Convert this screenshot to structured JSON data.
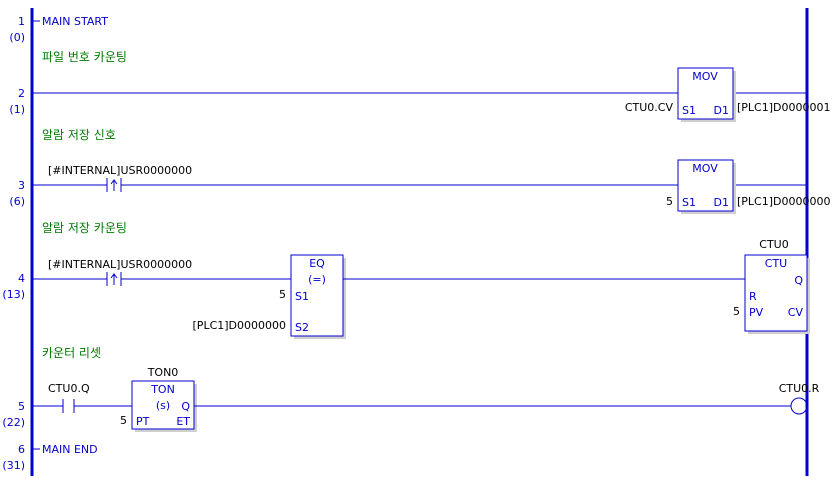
{
  "rungs": [
    {
      "number": "1",
      "step": "(0)",
      "marker": "MAIN START"
    },
    {
      "number": "2",
      "step": "(1)",
      "comment": "파일 번호 카운팅",
      "mov": {
        "title": "MOV",
        "s1_pin": "S1",
        "d1_pin": "D1",
        "s1_value": "CTU0.CV",
        "d1_value": "[PLC1]D0000001"
      }
    },
    {
      "number": "3",
      "step": "(6)",
      "comment": "알람 저장 신호",
      "contact": {
        "label": "[#INTERNAL]USR0000000"
      },
      "mov": {
        "title": "MOV",
        "s1_pin": "S1",
        "d1_pin": "D1",
        "s1_value": "5",
        "d1_value": "[PLC1]D0000000"
      }
    },
    {
      "number": "4",
      "step": "(13)",
      "comment": "알람 저장 카운팅",
      "contact": {
        "label": "[#INTERNAL]USR0000000"
      },
      "eq": {
        "title": "EQ",
        "subtitle": "(=)",
        "s1_pin": "S1",
        "s2_pin": "S2",
        "s1_value": "5",
        "s2_value": "[PLC1]D0000000"
      },
      "ctu": {
        "instance": "CTU0",
        "title": "CTU",
        "q_pin": "Q",
        "r_pin": "R",
        "pv_pin": "PV",
        "cv_pin": "CV",
        "pv_value": "5"
      }
    },
    {
      "number": "5",
      "step": "(22)",
      "comment": "카운터 리셋",
      "contact": {
        "label": "CTU0.Q"
      },
      "ton": {
        "instance": "TON0",
        "title": "TON",
        "subtitle": "(s)",
        "q_pin": "Q",
        "pt_pin": "PT",
        "et_pin": "ET",
        "pt_value": "5"
      },
      "coil": {
        "label": "CTU0.R"
      }
    },
    {
      "number": "6",
      "step": "(31)",
      "marker": "MAIN END"
    }
  ]
}
